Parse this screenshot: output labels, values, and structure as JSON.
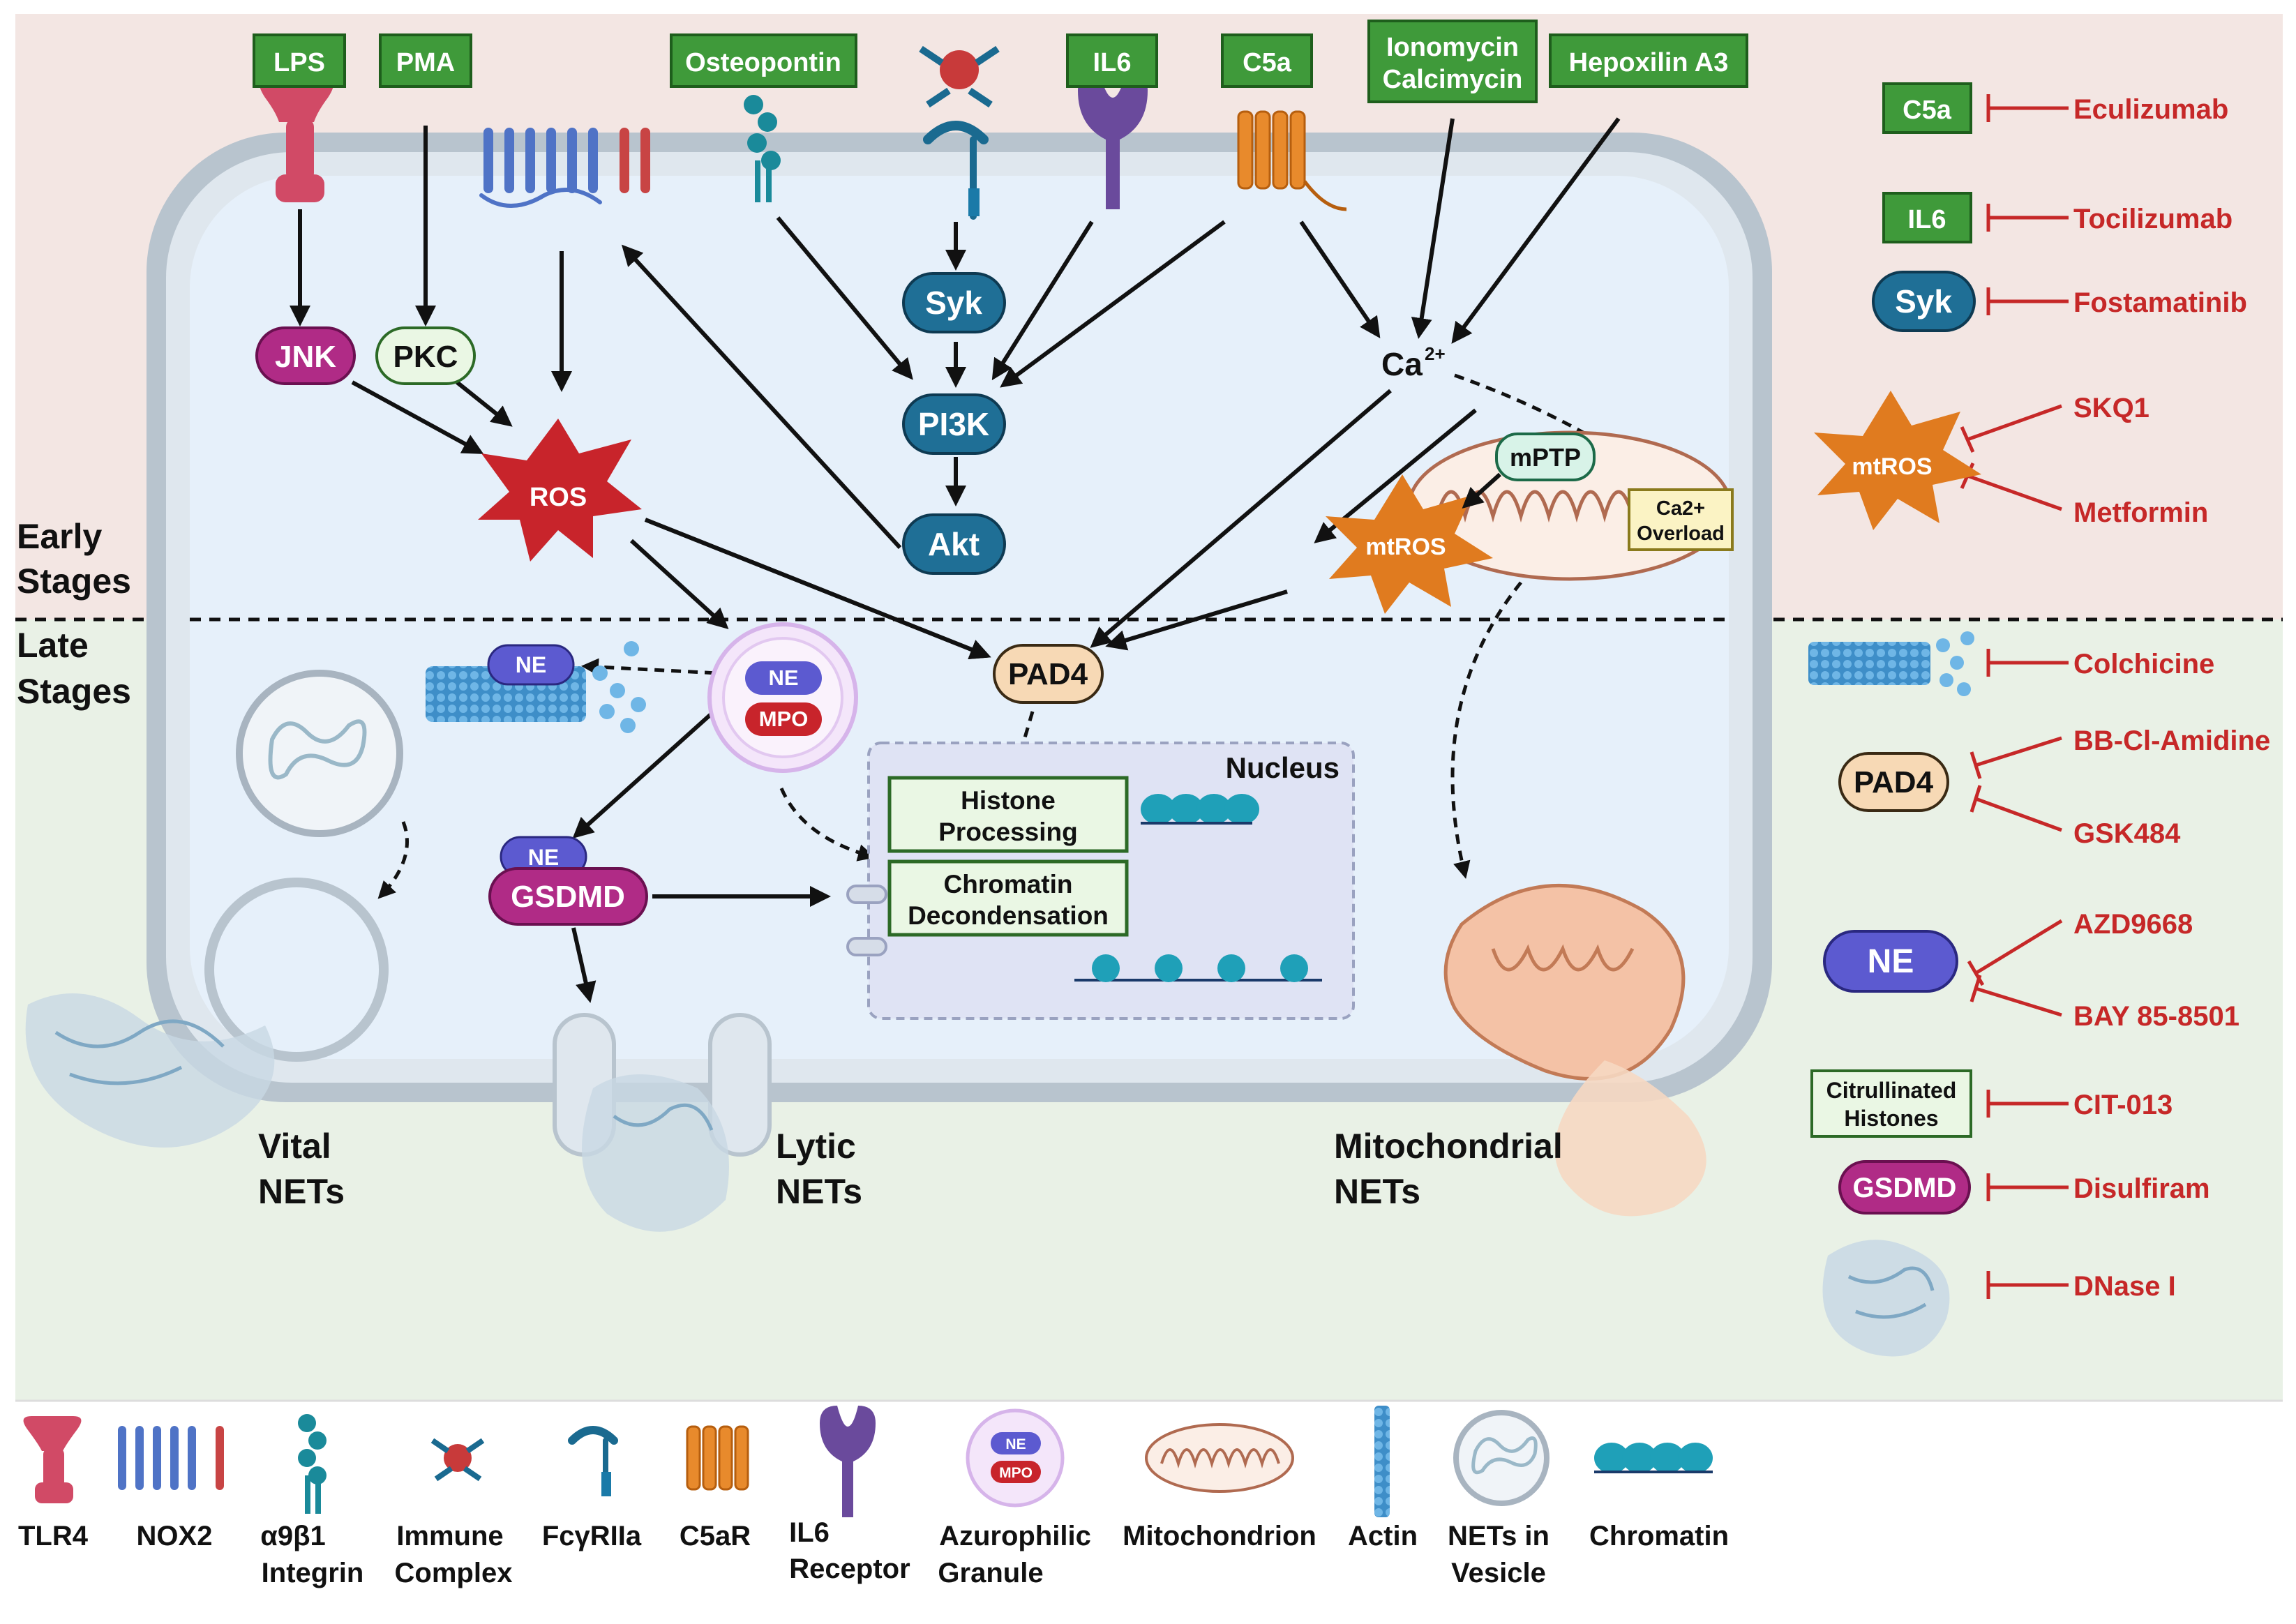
{
  "stages": {
    "early": [
      "Early",
      "Stages"
    ],
    "late": [
      "Late",
      "Stages"
    ]
  },
  "stimuli": {
    "lps": "LPS",
    "pma": "PMA",
    "osteopontin": "Osteopontin",
    "il6": "IL6",
    "c5a": "C5a",
    "ionomycin": [
      "Ionomycin",
      "Calcimycin"
    ],
    "hepoxilin": "Hepoxilin A3"
  },
  "nodes": {
    "jnk": "JNK",
    "pkc": "PKC",
    "ros": "ROS",
    "syk": "Syk",
    "pi3k": "PI3K",
    "akt": "Akt",
    "ca_base": "Ca",
    "ca_sup": "2+",
    "mptp": "mPTP",
    "ca_overload": [
      "Ca2+",
      "Overload"
    ],
    "mtros": "mtROS",
    "pad4": "PAD4",
    "ne": "NE",
    "mpo": "MPO",
    "gsdmd": "GSDMD",
    "nucleus": "Nucleus",
    "histone_processing": [
      "Histone",
      "Processing"
    ],
    "chromatin_decondensation": [
      "Chromatin",
      "Decondensation"
    ]
  },
  "net_types": {
    "vital": [
      "Vital",
      "NETs"
    ],
    "lytic": [
      "Lytic",
      "NETs"
    ],
    "mito": [
      "Mitochondrial",
      "NETs"
    ]
  },
  "inhibitors": [
    {
      "target": "C5a",
      "drug": "Eculizumab"
    },
    {
      "target": "IL6",
      "drug": "Tocilizumab"
    },
    {
      "target": "Syk",
      "drug": "Fostamatinib"
    },
    {
      "target": "mtROS",
      "drugs": [
        "SKQ1",
        "Metformin"
      ]
    },
    {
      "target": "actin-icon",
      "drug": "Colchicine"
    },
    {
      "target": "PAD4",
      "drugs": [
        "BB-Cl-Amidine",
        "GSK484"
      ]
    },
    {
      "target": "NE",
      "drugs": [
        "AZD9668",
        "BAY 85-8501"
      ]
    },
    {
      "target": [
        "Citrullinated",
        "Histones"
      ],
      "drug": "CIT-013"
    },
    {
      "target": "GSDMD",
      "drug": "Disulfiram"
    },
    {
      "target": "net-icon",
      "drug": "DNase I"
    }
  ],
  "legend": [
    {
      "icon": "tlr4-icon",
      "label": [
        "TLR4"
      ]
    },
    {
      "icon": "nox2-icon",
      "label": [
        "NOX2"
      ]
    },
    {
      "icon": "integrin-icon",
      "label": [
        "α9β1",
        "Integrin"
      ]
    },
    {
      "icon": "immune-complex-icon",
      "label": [
        "Immune",
        "Complex"
      ]
    },
    {
      "icon": "fcgr-icon",
      "label": [
        "FcγRIIa"
      ]
    },
    {
      "icon": "c5ar-icon",
      "label": [
        "C5aR"
      ]
    },
    {
      "icon": "il6-receptor-icon",
      "label": [
        "IL6",
        "Receptor"
      ]
    },
    {
      "icon": "azurophilic-granule-icon",
      "label": [
        "Azurophilic",
        "Granule"
      ]
    },
    {
      "icon": "mitochondrion-icon",
      "label": [
        "Mitochondrion"
      ]
    },
    {
      "icon": "actin-icon",
      "label": [
        "Actin"
      ]
    },
    {
      "icon": "nets-vesicle-icon",
      "label": [
        "NETs in",
        "Vesicle"
      ]
    },
    {
      "icon": "chromatin-icon",
      "label": [
        "Chromatin"
      ]
    }
  ],
  "colors": {
    "early_bg": "#f3e6e3",
    "late_bg": "#e9f1e6",
    "cell_fill": "#e6f0fa",
    "membrane": "#b8c4ce",
    "stimulus_green": "#3f9a3a",
    "node_blue": "#1f6f96",
    "jnk_magenta": "#b02b86",
    "ros_red": "#c8242b",
    "mtros_orange": "#e07b1f",
    "pad4_fill": "#f7d9b5",
    "ne_purple": "#5c5ad0",
    "inhibitor_red": "#c62828"
  }
}
